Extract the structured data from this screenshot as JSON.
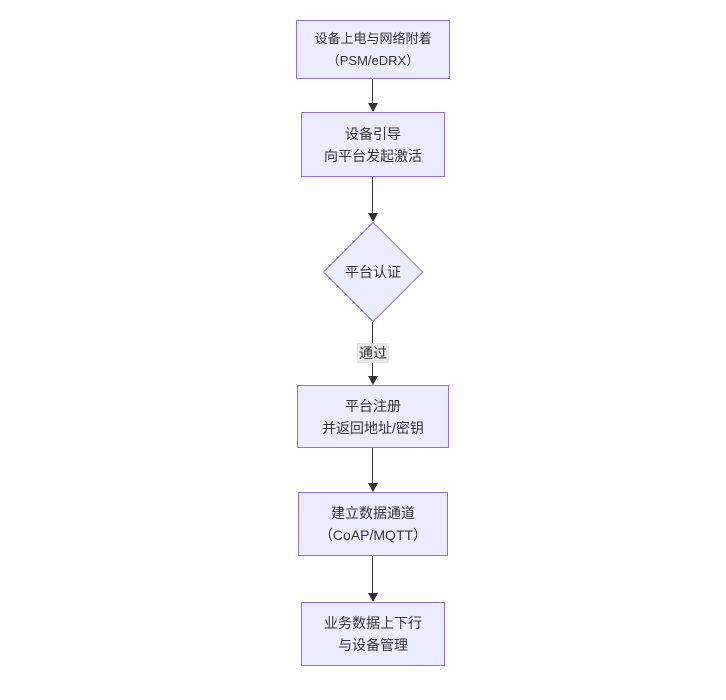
{
  "diagram": {
    "type": "flowchart",
    "direction": "top-down",
    "nodes": {
      "power_attach": {
        "line1": "设备上电与网络附着",
        "line2": "（PSM/eDRX）"
      },
      "bootstrap": {
        "line1": "设备引导",
        "line2": "向平台发起激活"
      },
      "platform_auth": {
        "label": "平台认证",
        "shape": "diamond"
      },
      "register": {
        "line1": "平台注册",
        "line2": "并返回地址/密钥"
      },
      "data_channel": {
        "line1": "建立数据通道",
        "line2": "（CoAP/MQTT）"
      },
      "business": {
        "line1": "业务数据上下行",
        "line2": "与设备管理"
      }
    },
    "edge_labels": {
      "auth_pass": "通过"
    },
    "colors": {
      "node_fill": "#ECECFF",
      "node_border": "#9370DB",
      "edge_line": "#333333",
      "edge_label_bg": "#e8e8e8",
      "text": "#333333",
      "canvas_bg": "#ffffff"
    }
  }
}
